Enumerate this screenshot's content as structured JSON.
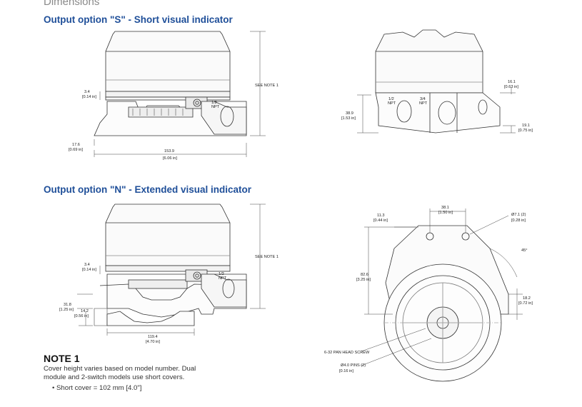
{
  "header": {
    "section_label": "Dimensions"
  },
  "sections": [
    {
      "title": "Output option \"S\" - Short visual indicator"
    },
    {
      "title": "Output option \"N\" - Extended visual indicator"
    }
  ],
  "short_side": {
    "see_note": "SEE NOTE 1",
    "dim_34": [
      "3.4",
      "[0.14 in]"
    ],
    "dim_176": [
      "17.6",
      "[0.69 in]"
    ],
    "dim_1539": [
      "153.9",
      "[6.06 in]"
    ],
    "conduit": [
      "1/2",
      "NPT"
    ]
  },
  "short_front": {
    "dim_161": [
      "16.1",
      "[0.63 in]"
    ],
    "dim_389": [
      "38.9",
      "[1.53 in]"
    ],
    "dim_191": [
      "19.1",
      "[0.75 in]"
    ],
    "conduit_left": [
      "1/2",
      "NPT"
    ],
    "conduit_mid": [
      "3/4",
      "NPT"
    ]
  },
  "ext_side": {
    "see_note": "SEE NOTE 1",
    "dim_34": [
      "3.4",
      "[0.14 in]"
    ],
    "dim_318": [
      "31.8",
      "[1.25 in]"
    ],
    "dim_142": [
      "14.2",
      "[0.56 in]"
    ],
    "dim_1194": [
      "119.4",
      "[4.70 in]"
    ],
    "conduit": [
      "1/2",
      "NPT"
    ]
  },
  "top_view": {
    "dim_381": [
      "38.1",
      "[1.50 in]"
    ],
    "dim_113": [
      "11.3",
      "[0.44 in]"
    ],
    "dim_71": [
      "Ø7.1  (2)",
      "[0.28 in]"
    ],
    "angle": "45°",
    "dim_826": [
      "82.6",
      "[3.25 in]"
    ],
    "dim_182": [
      "18.2",
      "[0.72 in]"
    ],
    "screw": "6-32 PAN HEAD SCREW",
    "pins": [
      "Ø4.0   PINS (2)",
      "[0.16 in]"
    ]
  },
  "note": {
    "title": "NOTE 1",
    "text": "Cover height varies based on model number. Dual module and 2-switch models use short covers.",
    "bullet": "Short cover = 102 mm [4.0\"]"
  }
}
